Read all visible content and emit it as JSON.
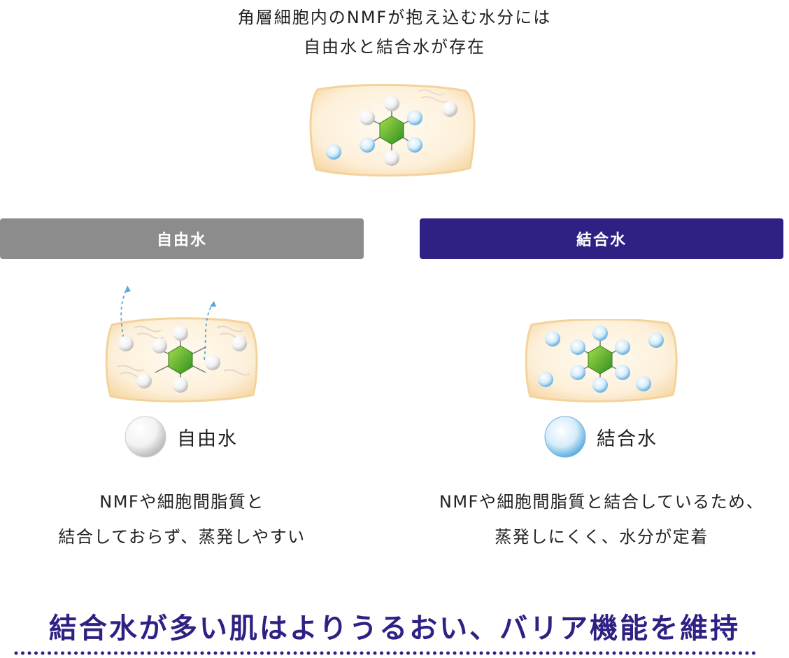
{
  "intro": {
    "line1": "角層細胞内のNMFが抱え込む水分には",
    "line2": "自由水と結合水が存在"
  },
  "free_water": {
    "header": "自由水",
    "legend": "自由水",
    "desc_line1": "NMFや細胞間脂質と",
    "desc_line2": "結合しておらず、蒸発しやすい"
  },
  "bound_water": {
    "header": "結合水",
    "legend": "結合水",
    "desc_line1": "NMFや細胞間脂質と結合しているため、",
    "desc_line2": "蒸発しにくく、水分が定着"
  },
  "conclusion": "結合水が多い肌はよりうるおい、バリア機能を維持",
  "colors": {
    "accent": "#2e2184",
    "gray_bar": "#8c8c8c",
    "cell_fill": "#fbe7c8",
    "nmf_green": "#58b32a",
    "free_water_bubble": "#e6e6e6",
    "bound_water_bubble": "#9dd0f0"
  }
}
